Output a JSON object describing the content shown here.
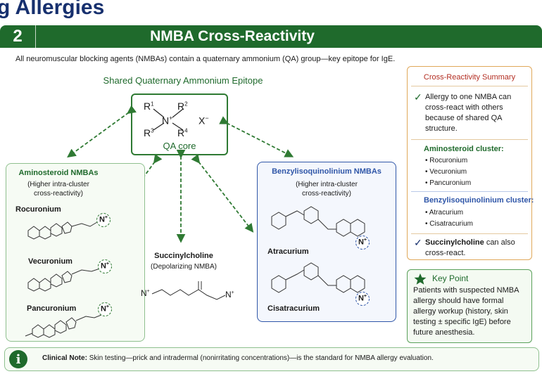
{
  "header": {
    "title": "g Allergies",
    "section_number": "2",
    "section_title": "NMBA Cross-Reactivity"
  },
  "intro": "All neuromuscular blocking agents (NMBAs) contain a quaternary ammonium (QA) group—key epitope for IgE.",
  "epitope": {
    "heading": "Shared Quaternary Ammonium Epitope",
    "r1": "R",
    "r2": "R",
    "r3": "R",
    "r4": "R",
    "s1": "1",
    "s2": "2",
    "s3": "3",
    "s4": "4",
    "n": "N",
    "plus": "+",
    "anion": "X",
    "minus": "−",
    "label": "QA core"
  },
  "aminosteroid": {
    "title": "Aminosteroid NMBAs",
    "subtitle_line1": "(Higher intra-cluster",
    "subtitle_line2": "cross-reactivity)",
    "drugs": [
      "Rocuronium",
      "Vecuronium",
      "Pancuronium"
    ]
  },
  "benzylisoquinolinium": {
    "title": "Benzylisoquinolinium NMBAs",
    "subtitle_line1": "(Higher intra-cluster",
    "subtitle_line2": "cross-reactivity)",
    "drugs": [
      "Atracurium",
      "Cisatracurium"
    ]
  },
  "succinylcholine": {
    "name": "Succinylcholine",
    "note": "(Depolarizing NMBA)"
  },
  "nplus_label": "N",
  "summary": {
    "title": "Cross-Reactivity Summary",
    "check": "✓",
    "point1_lines": [
      "Allergy to one NMBA can",
      "cross-react with others",
      "because of shared QA",
      "structure."
    ],
    "amino_heading": "Aminosteroid cluster:",
    "amino_items": [
      "Rocuronium",
      "Vecuronium",
      "Pancuronium"
    ],
    "benzyl_heading": "Benzylisoquinolinium cluster:",
    "benzyl_items": [
      "Atracurium",
      "Cisatracurium"
    ],
    "succ_bold": "Succinylcholine",
    "succ_rest": "can also",
    "succ_line2": "cross-react."
  },
  "keypoint": {
    "title": "Key Point",
    "lines": [
      "Patients with suspected NMBA",
      "allergy should have formal",
      "allergy workup (history, skin",
      "testing ± specific IgE) before",
      "future anesthesia."
    ]
  },
  "footer": {
    "icon_glyph": "i",
    "label": "Clinical Note:",
    "text": "Skin testing—prick and intradermal (nonirritating concentrations)—is the standard for NMBA allergy evaluation."
  },
  "colors": {
    "header_green": "#1f6a2c",
    "title_navy": "#17306e",
    "summary_red": "#b32e22",
    "benzyl_blue": "#2f56a8"
  }
}
